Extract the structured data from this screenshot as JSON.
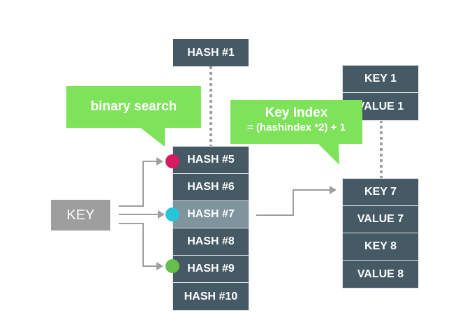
{
  "hash_top": "HASH #1",
  "hash_rows": [
    "HASH #5",
    "HASH #6",
    "HASH #7",
    "HASH #8",
    "HASH #9",
    "HASH #10"
  ],
  "right_top": [
    "KEY 1",
    "VALUE 1"
  ],
  "right_bottom": [
    "KEY 7",
    "VALUE 7",
    "KEY 8",
    "VALUE 8"
  ],
  "key_label": "KEY",
  "callout_binary": "binary search",
  "callout_index_title": "Key Index",
  "callout_index_formula": "= (hashindex *2) + 1",
  "colors": {
    "box": "#455a64",
    "highlight": "#80949e",
    "callout": "#7ee35a",
    "key_box": "#9e9e9e",
    "dot_magenta": "#d81b60",
    "dot_cyan": "#26c6da",
    "dot_green": "#64c04a"
  }
}
